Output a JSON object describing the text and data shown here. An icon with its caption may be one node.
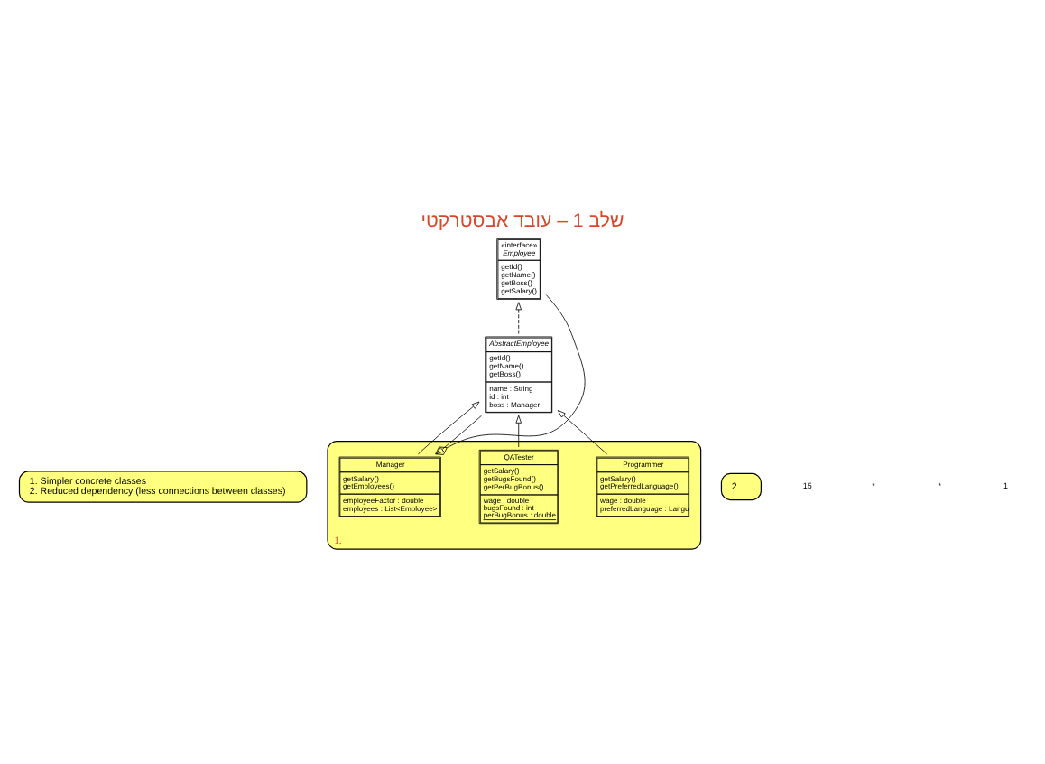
{
  "diagram": {
    "title": "שלב 1 – עובד אבסטרקטי",
    "nodes": [
      {
        "text": [
          "1. Simpler concrete classes",
          "2. Reduced dependency (less connections between classes)"
        ]
      },
      {
        "text": [
          "«interface»",
          "Employee",
          "getId()",
          "getName()",
          "getBoss()",
          "getSalary()"
        ]
      },
      {
        "text": [
          "AbstractEmployee",
          "getId()",
          "getName()",
          "getBoss()",
          "name : String",
          "id : int",
          "boss : Manager"
        ]
      },
      {
        "text": [
          "2."
        ]
      },
      {
        "text": [
          "1."
        ]
      },
      {
        "text": [
          "Programmer",
          "getSalary()",
          "getPreferredLanguage()",
          "wage : double",
          "preferredLanguage : Langu"
        ],
        "in": 4
      },
      {
        "text": [
          "QATester",
          "getSalary()",
          "getBugsFound()",
          "getPerBugBonus()",
          "wage : double",
          "bugsFound : int",
          "perBugBonus : double"
        ],
        "in": 4
      },
      {
        "text": [
          "Manager",
          "getSalary()",
          "getEmployees()",
          "employeeFactor : double",
          "employees : List<Employee>"
        ],
        "in": 4
      }
    ],
    "edges": [
      {
        "from": 2,
        "to": 1,
        "arrow": "to",
        "style": "dashed"
      },
      {
        "from": 5,
        "to": 2,
        "arrow": "to"
      },
      {
        "from": 6,
        "to": 2,
        "arrow": "to"
      },
      {
        "from": 7,
        "to": 2,
        "arrow": "to"
      },
      {
        "from": 7,
        "to": 1,
        "arrow": "other"
      },
      {
        "from": 2,
        "to": 7,
        "arrow": "to"
      }
    ],
    "labels": [
      "15",
      "*",
      "*",
      "1"
    ]
  }
}
